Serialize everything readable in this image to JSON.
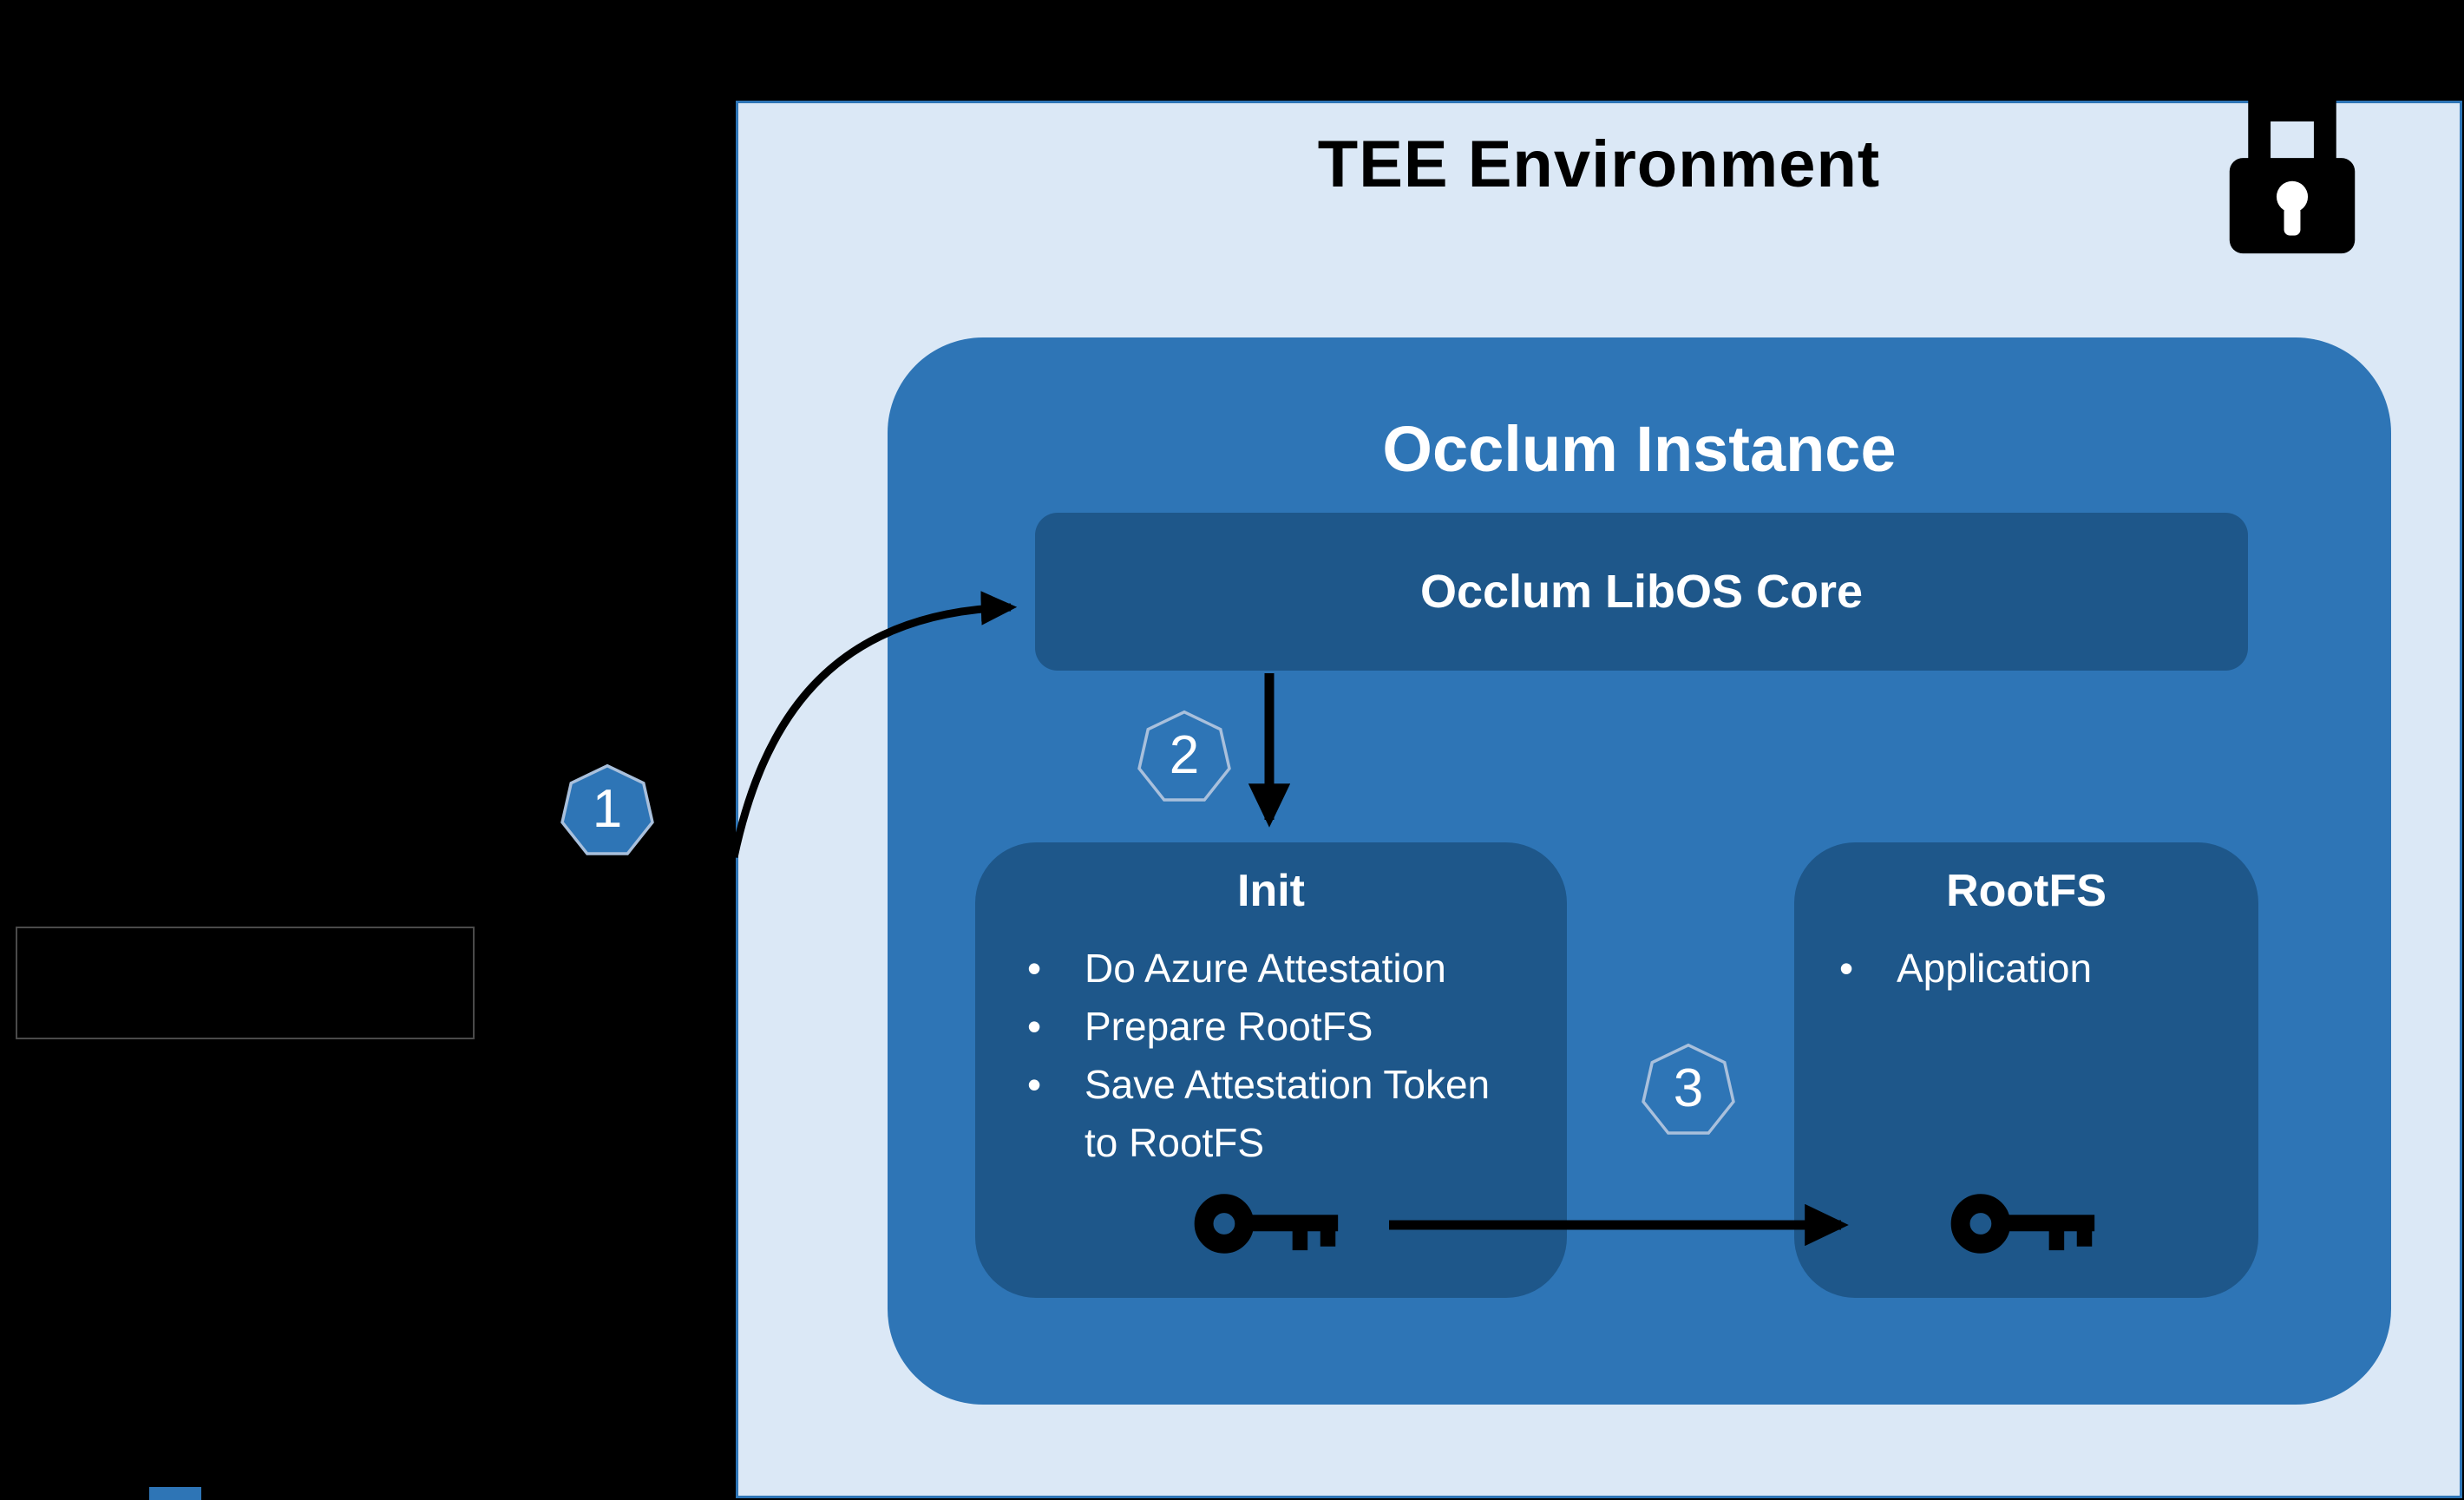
{
  "tee": {
    "title": "TEE Environment"
  },
  "instance": {
    "title": "Occlum Instance"
  },
  "libos": {
    "title": "Occlum LibOS Core"
  },
  "init": {
    "title": "Init",
    "bullets": [
      "Do Azure Attestation",
      "Prepare RootFS",
      "Save Attestation Token to RootFS"
    ]
  },
  "rootfs": {
    "title": "RootFS",
    "bullets": [
      "Application"
    ]
  },
  "badges": [
    "1",
    "2",
    "3"
  ],
  "glyphs": {
    "bullet": "•"
  },
  "icons": {
    "padlock": "padlock-icon",
    "init_key": "key-icon",
    "rootfs_key": "key-icon"
  },
  "colors": {
    "background": "#000000",
    "tee_bg": "#DBE8F6",
    "tee_border": "#2E75B6",
    "instance_bg": "#2E75B6",
    "inner_box_bg": "#1E578A",
    "badge_fill": "#2E75B6",
    "badge_border": "#A9C0DC",
    "arrow": "#000000",
    "title_dark": "#000000",
    "text_light": "#FFFFFF"
  }
}
